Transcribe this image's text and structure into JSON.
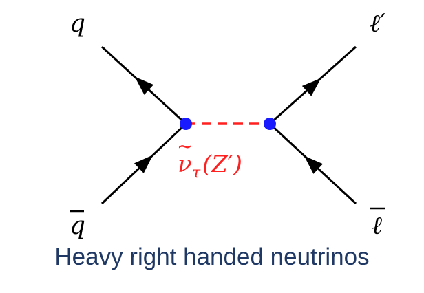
{
  "particles": {
    "quark": "q",
    "antiquark": "q",
    "lepton_prime": "ℓ′",
    "antilepton": "ℓ"
  },
  "mediator": {
    "label_main": "ν",
    "label_tilde": "~",
    "label_sub": "τ",
    "label_paren": "(Z′)"
  },
  "caption": "Heavy right handed neutrinos",
  "colors": {
    "line": "#000000",
    "vertex": "#1a1aff",
    "propagator": "#ff2020",
    "caption": "#1f3864"
  }
}
